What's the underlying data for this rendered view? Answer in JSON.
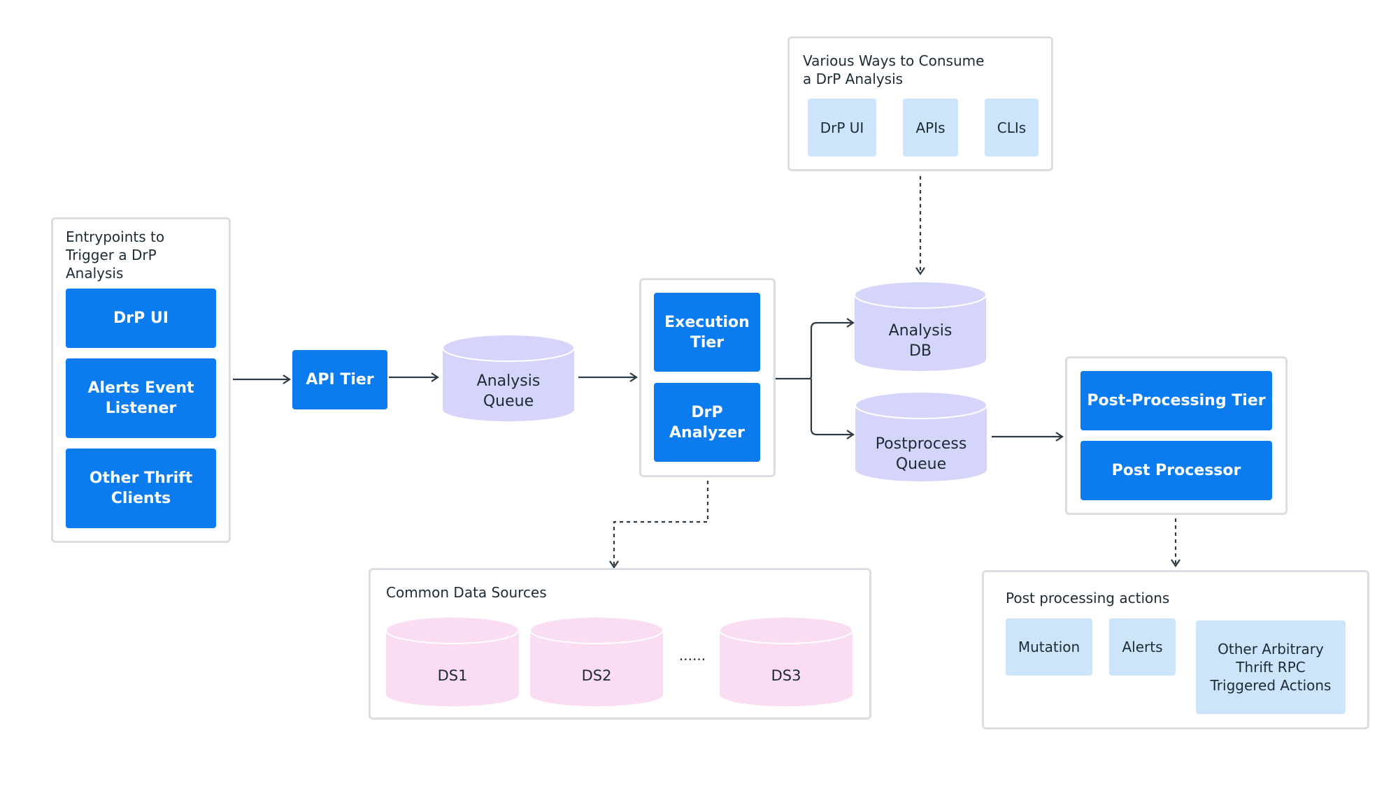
{
  "entrypoints": {
    "title": "Entrypoints to\nTrigger a DrP\nAnalysis",
    "items": [
      "DrP UI",
      "Alerts Event\nListener",
      "Other Thrift\nClients"
    ]
  },
  "api_tier": "API Tier",
  "analysis_queue": "Analysis\nQueue",
  "execution": {
    "tier": "Execution\nTier",
    "analyzer": "DrP\nAnalyzer"
  },
  "consume": {
    "title": "Various Ways to Consume\na DrP Analysis",
    "items": [
      "DrP UI",
      "APIs",
      "CLIs"
    ]
  },
  "analysis_db": "Analysis\nDB",
  "postprocess_queue": "Postprocess\nQueue",
  "post_processing": {
    "tier": "Post-Processing Tier",
    "processor": "Post Processor"
  },
  "data_sources": {
    "title": "Common Data Sources",
    "items": [
      "DS1",
      "DS2",
      "DS3"
    ],
    "ellipsis": "......"
  },
  "post_actions": {
    "title": "Post processing actions",
    "items": [
      "Mutation",
      "Alerts",
      "Other Arbitrary\nThrift RPC\nTriggered Actions"
    ]
  },
  "colors": {
    "primary_blue": "#0a7cf0",
    "light_blue": "#cde5fb",
    "queue_purple": "#d5d5fb",
    "data_source_pink": "#fbddf3",
    "border_gray": "#dadde1",
    "arrow": "#2b3a44"
  }
}
